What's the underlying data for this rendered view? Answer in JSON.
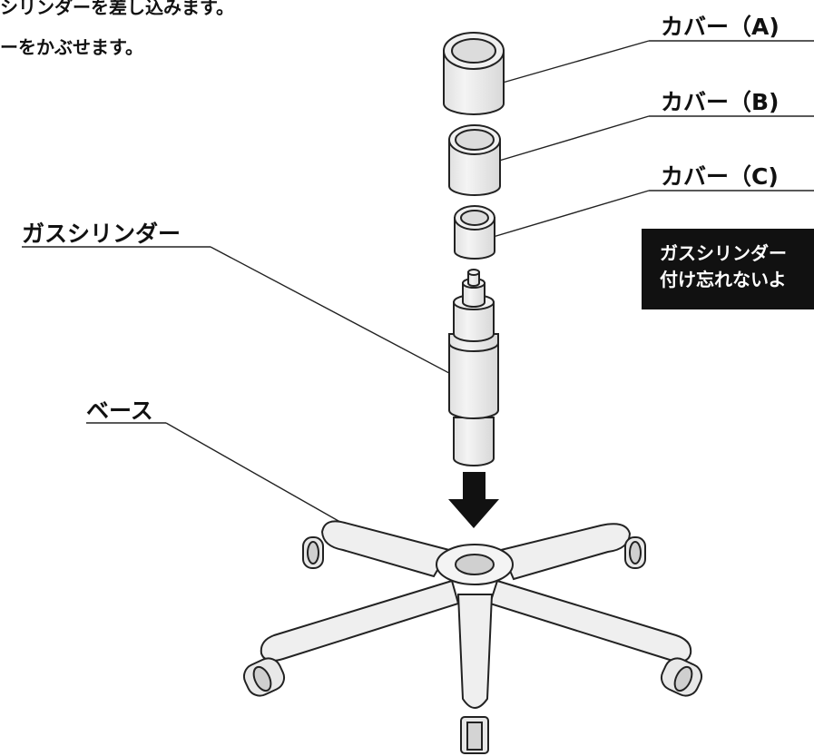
{
  "instructions": {
    "line1": "シリンダーを差し込みます。",
    "line2": "ーをかぶせます。"
  },
  "labels": {
    "cover_a": "カバー（A)",
    "cover_b": "カバー（B)",
    "cover_c": "カバー（C)",
    "gas_cylinder": "ガスシリンダー",
    "base": "ベース"
  },
  "note": {
    "line1": "ガスシリンダー",
    "line2": "付け忘れないよ"
  }
}
